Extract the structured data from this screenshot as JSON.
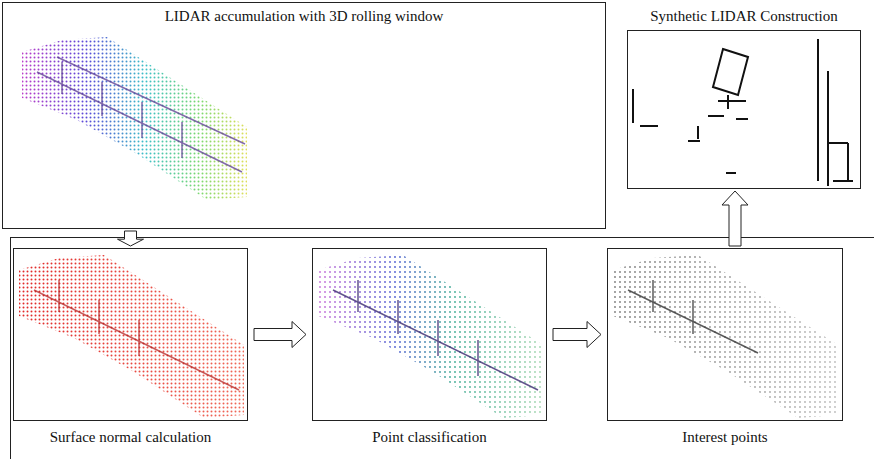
{
  "diagram": {
    "nodes": [
      {
        "text": [
          "LIDAR accumulation with 3D rolling window"
        ]
      },
      {
        "text": [
          "Surface normal calculation"
        ]
      },
      {
        "text": [
          "Point classification"
        ]
      },
      {
        "text": [
          "Interest points"
        ]
      },
      {
        "text": [
          "Synthetic LIDAR Construction"
        ]
      }
    ],
    "edges": [
      {
        "from": 0,
        "to": 1,
        "arrow": "to"
      },
      {
        "from": 1,
        "to": 2,
        "arrow": "to"
      },
      {
        "from": 2,
        "to": 3,
        "arrow": "to"
      },
      {
        "from": 3,
        "to": 4,
        "arrow": "to"
      }
    ]
  }
}
